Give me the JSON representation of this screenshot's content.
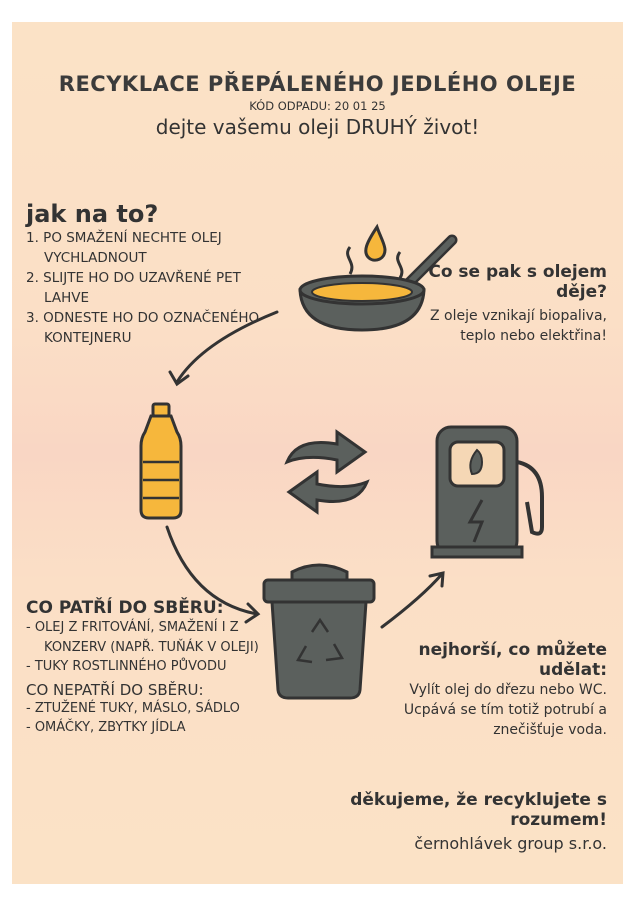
{
  "header": {
    "title": "RECYKLACE PŘEPÁLENÉHO JEDLÉHO OLEJE",
    "waste_code": "KÓD ODPADU: 20 01 25",
    "slogan": "dejte vašemu oleji DRUHÝ život!"
  },
  "how_to": {
    "heading": "jak na to?",
    "steps": [
      "1. PO SMAŽENÍ NECHTE OLEJ VYCHLADNOUT",
      "2. SLIJTE HO DO UZAVŘENÉ PET LAHVE",
      "3. ODNESTE HO DO OZNAČENÉHO KONTEJNERU"
    ]
  },
  "what_happens": {
    "heading": "Co se pak s olejem děje?",
    "text": "Z oleje vznikají biopaliva, teplo nebo elektřina!"
  },
  "allowed": {
    "heading": "CO PATŘÍ DO SBĚRU:",
    "items": [
      "- OLEJ Z FRITOVÁNÍ, SMAŽENÍ I Z KONZERV (NAPŘ. TUŇÁK V OLEJI)",
      "- TUKY ROSTLINNÉHO PŮVODU"
    ]
  },
  "not_allowed": {
    "heading": "CO NEPATŘÍ DO SBĚRU:",
    "items": [
      "- ZTUŽENÉ TUKY, MÁSLO, SÁDLO",
      "- OMÁČKY, ZBYTKY JÍDLA"
    ]
  },
  "worst": {
    "heading": "nejhorší, co můžete udělat:",
    "text": "Vylít olej do dřezu nebo WC. Ucpává se tím totiž potrubí a znečišťuje voda."
  },
  "footer": {
    "thanks": "děkujeme, že recyklujete s rozumem!",
    "company": "černohlávek group s.r.o."
  },
  "colors": {
    "icon": "#5b605d",
    "oil": "#f6b73c",
    "text": "#333333",
    "background": "#fbe2c6"
  }
}
